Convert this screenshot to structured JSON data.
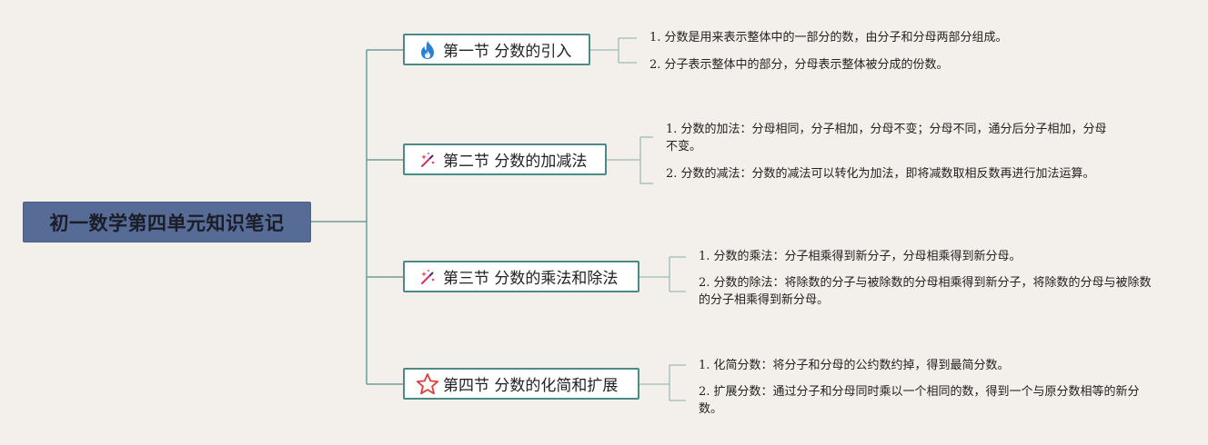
{
  "root": {
    "title": "初一数学第四单元知识笔记"
  },
  "topics": [
    {
      "label": "第一节 分数的引入",
      "icon": "fire-icon",
      "items": [
        "1. 分数是用来表示整体中的一部分的数，由分子和分母两部分组成。",
        "2. 分子表示整体中的部分，分母表示整体被分成的份数。"
      ]
    },
    {
      "label": "第二节 分数的加减法",
      "icon": "magic-wand-icon",
      "items": [
        "1. 分数的加法：分母相同，分子相加，分母不变；分母不同，通分后分子相加，分母不变。",
        "2. 分数的减法：分数的减法可以转化为加法，即将减数取相反数再进行加法运算。"
      ]
    },
    {
      "label": "第三节 分数的乘法和除法",
      "icon": "magic-wand-icon",
      "items": [
        "1. 分数的乘法：分子相乘得到新分子，分母相乘得到新分母。",
        "2. 分数的除法：将除数的分子与被除数的分母相乘得到新分子，将除数的分母与被除数的分子相乘得到新分母。"
      ]
    },
    {
      "label": "第四节 分数的化简和扩展",
      "icon": "star-icon",
      "items": [
        "1. 化简分数：将分子和分母的公约数约掉，得到最简分数。",
        "2. 扩展分数：通过分子和分母同时乘以一个相同的数，得到一个与原分数相等的新分数。"
      ]
    }
  ],
  "colors": {
    "background": "#f3efea",
    "root_fill": "#566b96",
    "topic_border": "#4c8b85",
    "connector": "#6d9e98",
    "leaf_connector": "#9cbdb8"
  }
}
